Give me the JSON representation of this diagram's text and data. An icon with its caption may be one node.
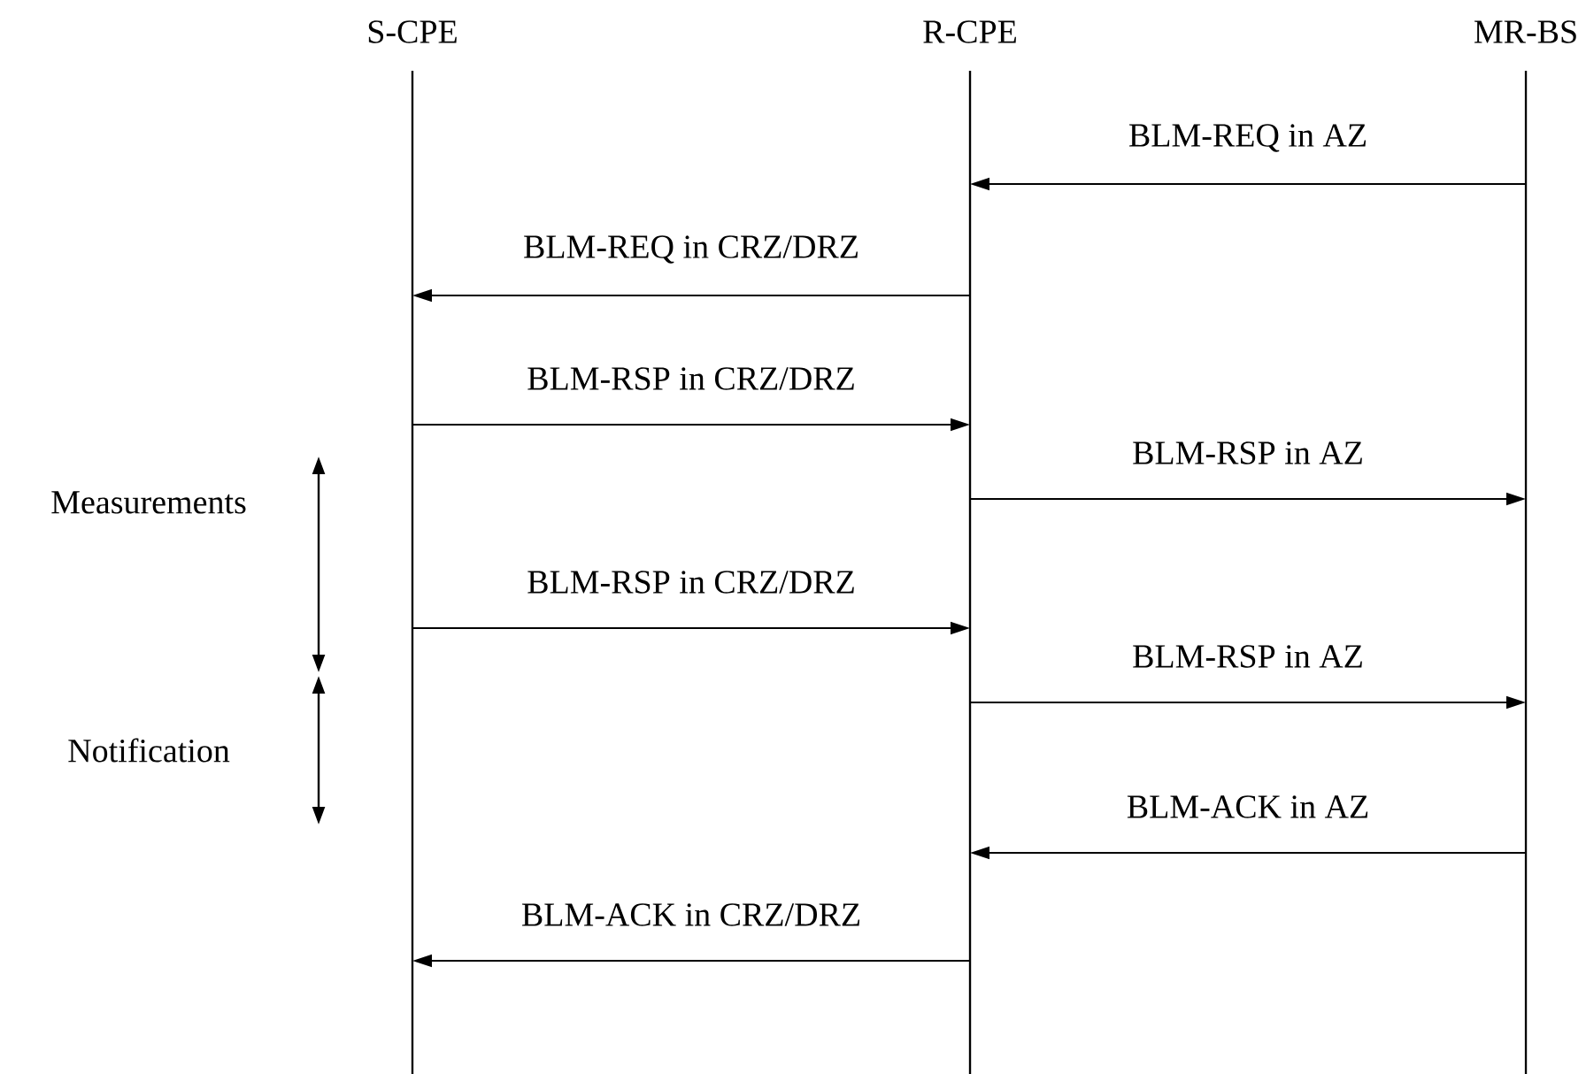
{
  "diagram": {
    "nodes": [
      {
        "text": [
          "S-CPE"
        ]
      },
      {
        "text": [
          "R-CPE"
        ]
      },
      {
        "text": [
          "MR-BS"
        ]
      }
    ],
    "edges": [
      {
        "from": 2,
        "to": 1,
        "arrow": "to",
        "label": "BLM-REQ in AZ"
      },
      {
        "from": 1,
        "to": 0,
        "arrow": "to",
        "label": "BLM-REQ in CRZ/DRZ"
      },
      {
        "from": 0,
        "to": 1,
        "arrow": "to",
        "label": "BLM-RSP in CRZ/DRZ"
      },
      {
        "from": 1,
        "to": 2,
        "arrow": "to",
        "label": "BLM-RSP in AZ"
      },
      {
        "from": 0,
        "to": 1,
        "arrow": "to",
        "label": "BLM-RSP in CRZ/DRZ"
      },
      {
        "from": 1,
        "to": 2,
        "arrow": "to",
        "label": "BLM-RSP in AZ"
      },
      {
        "from": 2,
        "to": 1,
        "arrow": "to",
        "label": "BLM-ACK in AZ"
      },
      {
        "from": 1,
        "to": 0,
        "arrow": "to",
        "label": "BLM-ACK in CRZ/DRZ"
      }
    ],
    "labels": [
      "Measurements",
      "Notification"
    ]
  }
}
